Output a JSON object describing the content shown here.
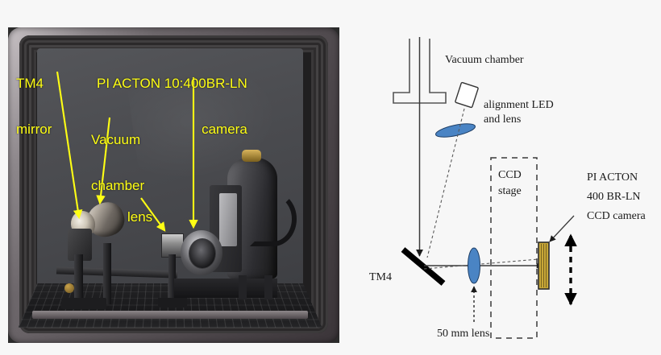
{
  "figure": {
    "background_color": "#f7f7f7",
    "panels": [
      "photograph",
      "schematic"
    ]
  },
  "photo": {
    "alt_description": "Photograph of optical setup inside a dark flight case on an optical breadboard",
    "annotation_color": "#ffff14",
    "labels": [
      {
        "id": "tm4-mirror",
        "line1": "TM4",
        "line2": "mirror"
      },
      {
        "id": "pi-acton-cam",
        "line1": "PI ACTON 10:400BR-LN",
        "line2": "camera"
      },
      {
        "id": "vacuum-chamber",
        "line1": "Vacuum",
        "line2": "chamber"
      },
      {
        "id": "lens",
        "line1": "lens",
        "line2": ""
      }
    ]
  },
  "diagram": {
    "type": "optical-schematic",
    "lens_color": "#4a84c4",
    "ccd_color": "#c8a838",
    "line_color": "#3a3a3a",
    "labels": {
      "vacuum_chamber": "Vacuum chamber",
      "alignment_led_line1": "alignment LED",
      "alignment_led_line2": "and lens",
      "ccd_stage_line1": "CCD",
      "ccd_stage_line2": "stage",
      "camera_line1": "PI ACTON",
      "camera_line2": "400 BR-LN",
      "camera_line3": "CCD camera",
      "tm4": "TM4",
      "lens_50mm": "50 mm lens"
    },
    "components": [
      {
        "name": "vacuum-chamber",
        "shape": "tube-with-flange"
      },
      {
        "name": "alignment-led",
        "shape": "tilted-square"
      },
      {
        "name": "alignment-lens",
        "shape": "tilted-ellipse"
      },
      {
        "name": "tm4-mirror",
        "shape": "thick-diagonal-line"
      },
      {
        "name": "50mm-lens",
        "shape": "vertical-ellipse"
      },
      {
        "name": "ccd-stage",
        "shape": "dashed-rectangle"
      },
      {
        "name": "ccd-chip",
        "shape": "tan-rectangle"
      },
      {
        "name": "translation-arrow",
        "shape": "dashed-double-arrow"
      }
    ]
  }
}
